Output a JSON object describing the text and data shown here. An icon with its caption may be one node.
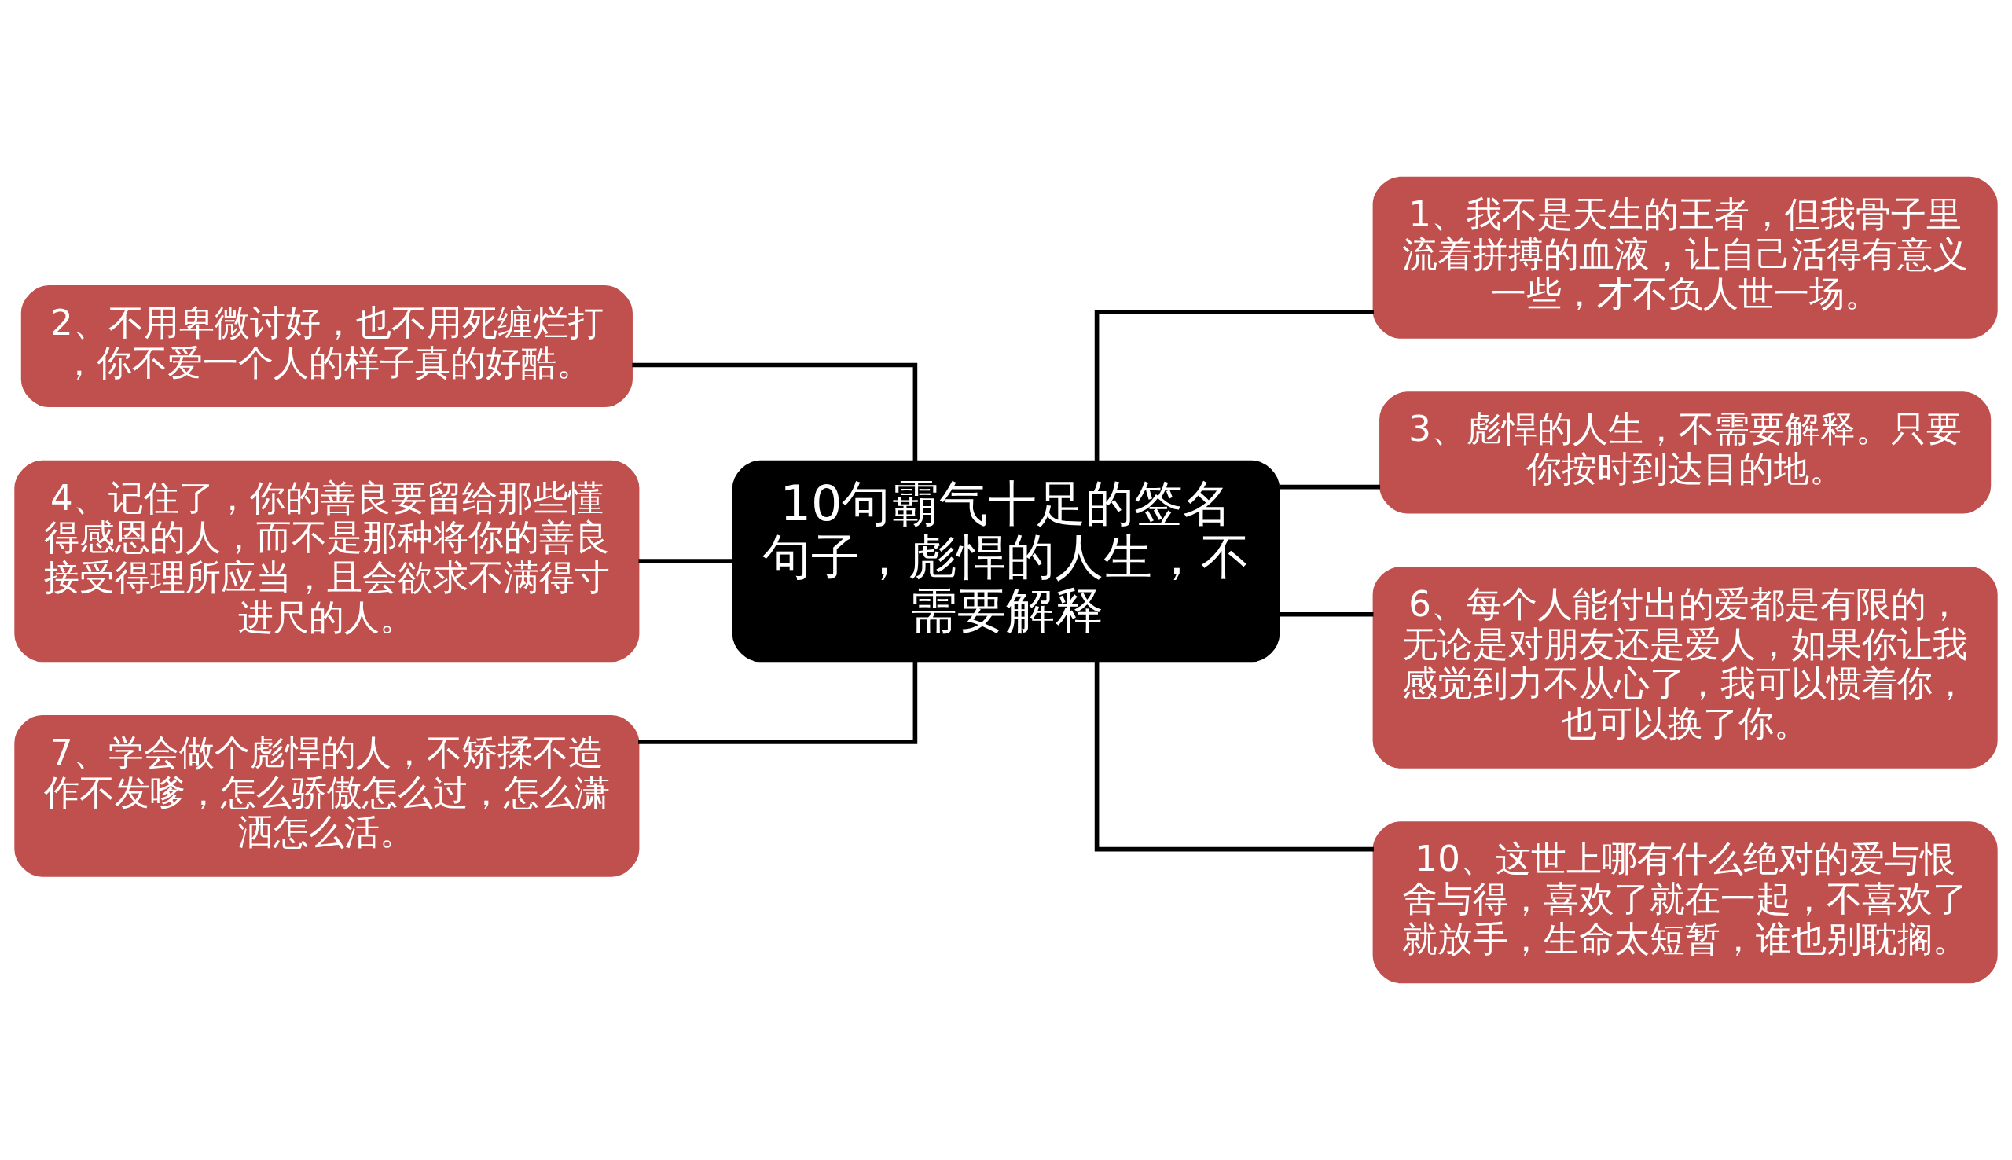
{
  "diagram": {
    "nodes": [
      {
        "text": [
          "10句霸气十足的签名句子，彪悍的人生，不需要解释"
        ]
      },
      {
        "text": [
          "1、我不是天生的王者，但我骨子里流着拼搏的血液，让自己活得有意义一些，才不负人世一场。"
        ]
      },
      {
        "text": [
          "2、不用卑微讨好，也不用死缠烂打，你不爱一个人的样子真的好酷。"
        ]
      },
      {
        "text": [
          "3、彪悍的人生，不需要解释。只要你按时到达目的地。"
        ]
      },
      {
        "text": [
          "4、记住了，你的善良要留给那些懂得感恩的人，而不是那种将你的善良接受得理所应当，且会欲求不满得寸进尺的人。"
        ]
      },
      {
        "text": [
          "6、每个人能付出的爱都是有限的，无论是对朋友还是爱人，如果你让我感觉到力不从心了，我可以惯着你，也可以换了你。"
        ]
      },
      {
        "text": [
          "7、学会做个彪悍的人，不矫揉不造作不发嗲，怎么骄傲怎么过，怎么潇洒怎么活。"
        ]
      },
      {
        "text": [
          "10、这世上哪有什么绝对的爱与恨舍与得，喜欢了就在一起，不喜欢了就放手，生命太短暂，谁也别耽搁。"
        ]
      }
    ],
    "edges": [
      {
        "from": 0,
        "to": 1,
        "arrow": "none"
      },
      {
        "from": 0,
        "to": 2,
        "arrow": "none"
      },
      {
        "from": 0,
        "to": 3,
        "arrow": "none"
      },
      {
        "from": 0,
        "to": 4,
        "arrow": "none"
      },
      {
        "from": 0,
        "to": 5,
        "arrow": "none"
      },
      {
        "from": 0,
        "to": 6,
        "arrow": "none"
      },
      {
        "from": 0,
        "to": 7,
        "arrow": "none"
      }
    ]
  }
}
